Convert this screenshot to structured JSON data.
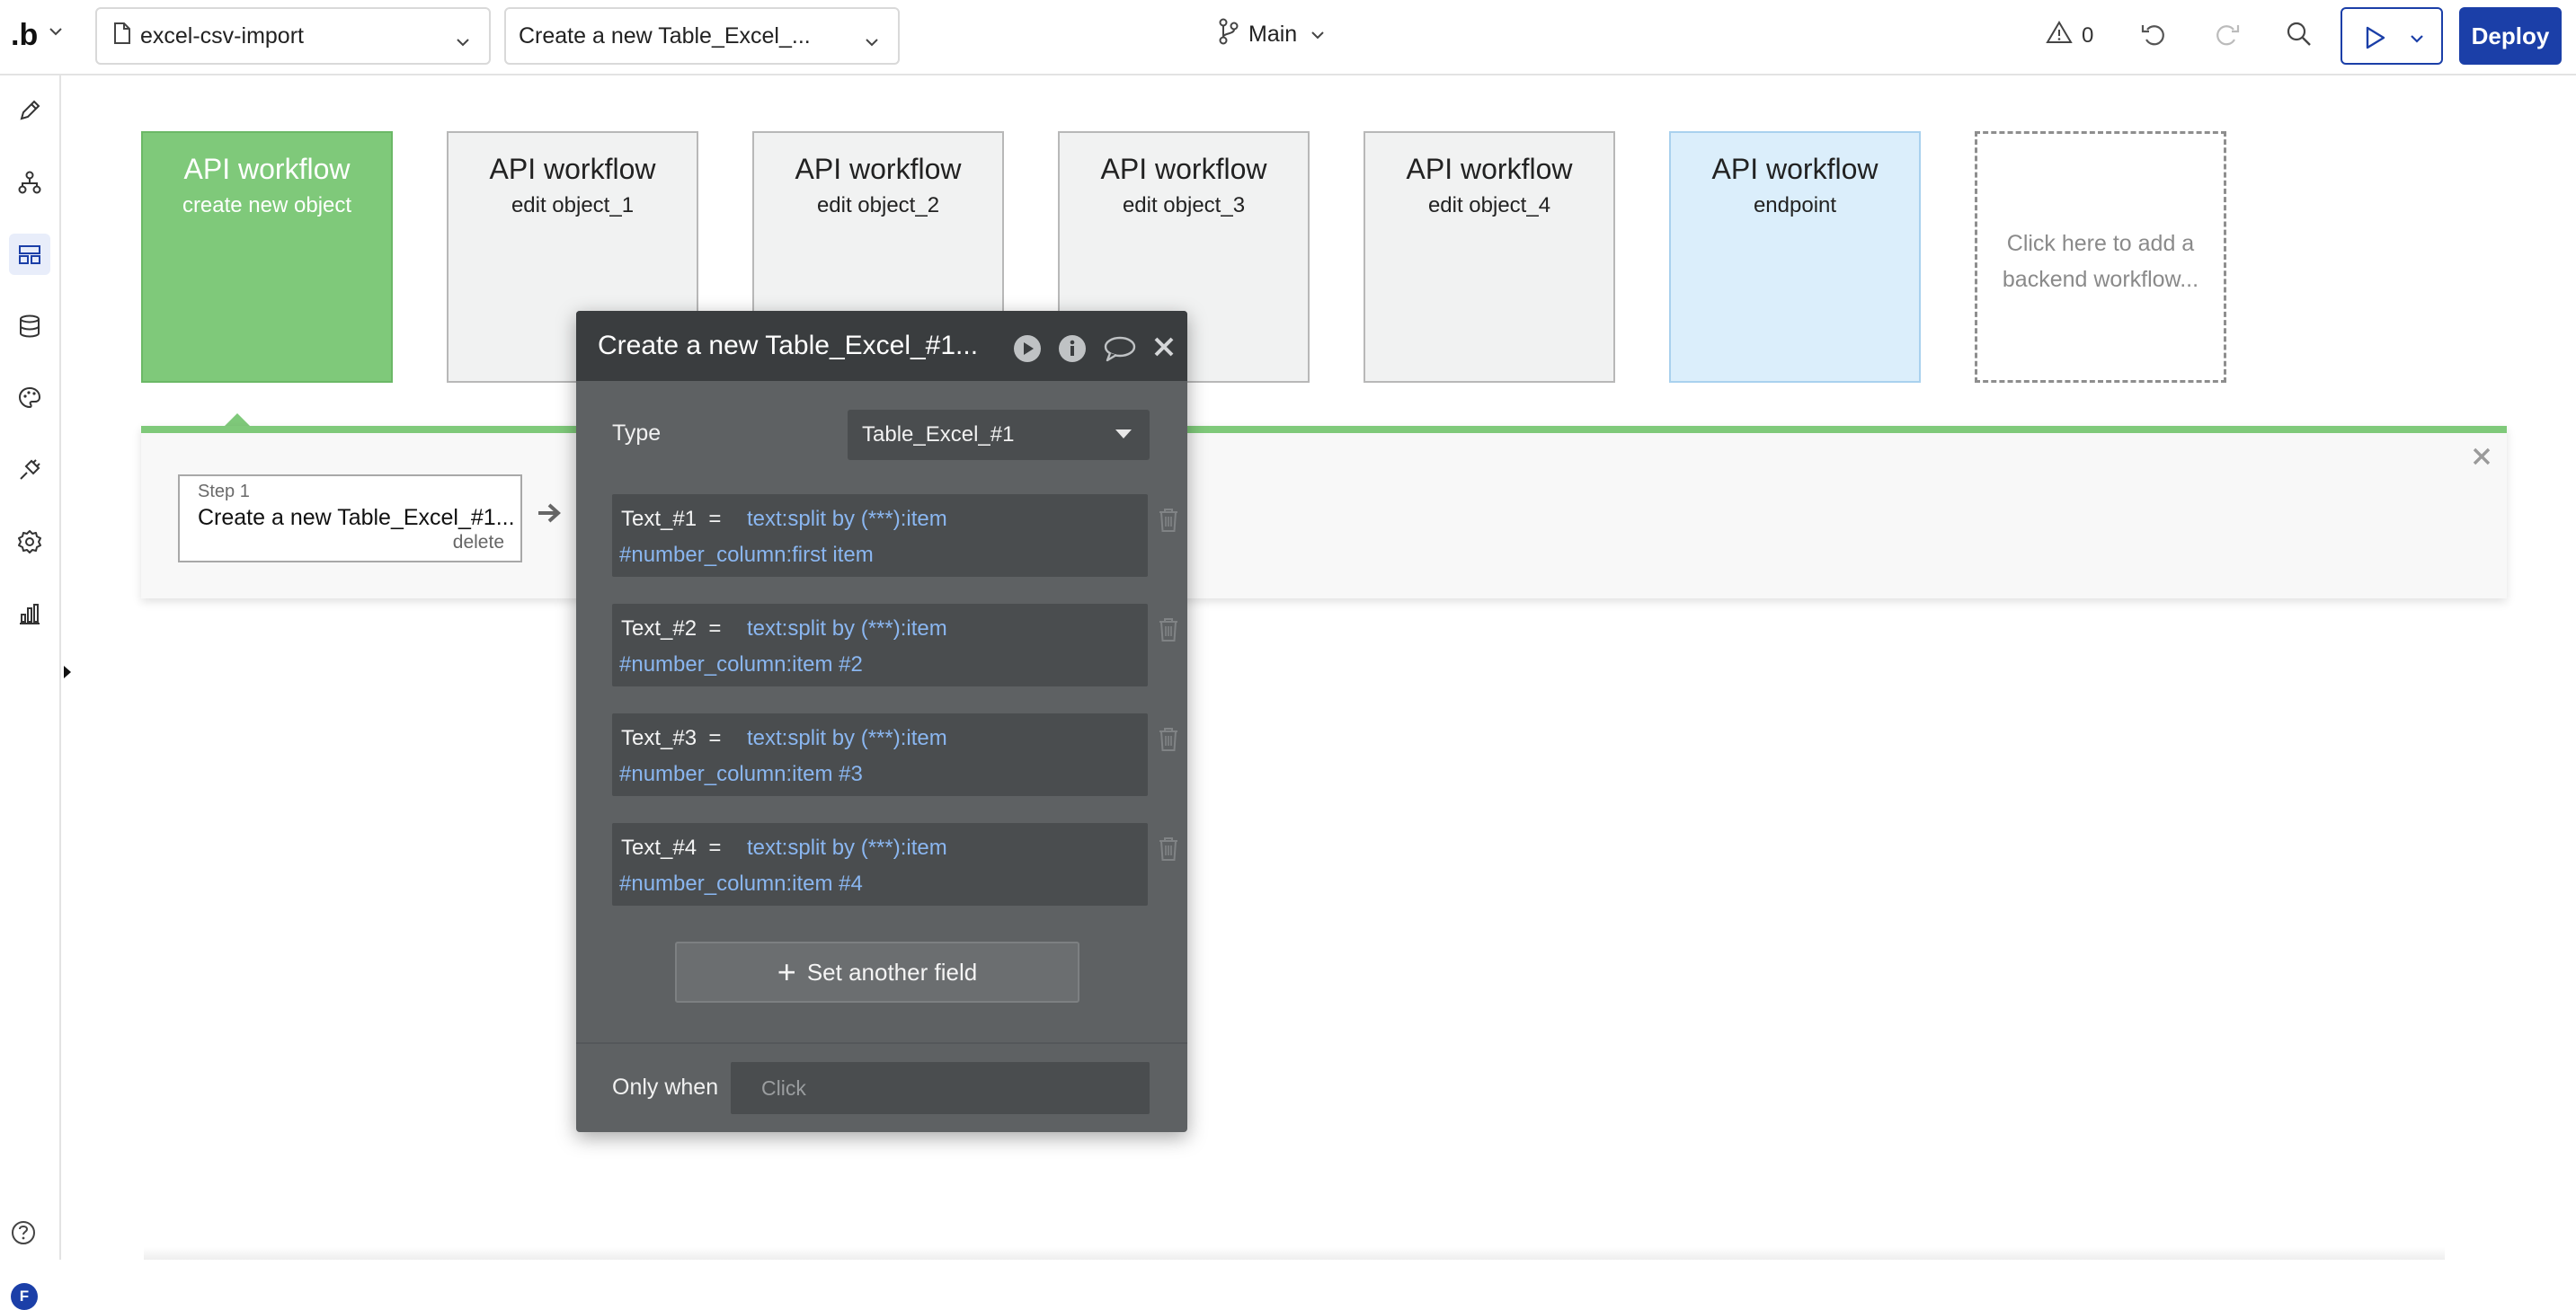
{
  "topbar": {
    "logo": ".b",
    "app_name": "excel-csv-import",
    "page_selector": "Create a new Table_Excel_...",
    "branch": "Main",
    "issue_count": "0",
    "deploy_label": "Deploy"
  },
  "workflows": [
    {
      "title": "API workflow",
      "subtitle": "create new object",
      "state": "selected"
    },
    {
      "title": "API workflow",
      "subtitle": "edit object_1",
      "state": "default"
    },
    {
      "title": "API workflow",
      "subtitle": "edit object_2",
      "state": "default"
    },
    {
      "title": "API workflow",
      "subtitle": "edit object_3",
      "state": "default"
    },
    {
      "title": "API workflow",
      "subtitle": "edit object_4",
      "state": "default"
    },
    {
      "title": "API workflow",
      "subtitle": "endpoint",
      "state": "highlighted"
    }
  ],
  "add_workflow_hint": "Click here to add a backend workflow...",
  "steps": {
    "step_number": "Step 1",
    "step_name": "Create a new Table_Excel_#1...",
    "delete_label": "delete"
  },
  "editor": {
    "title": "Create a new Table_Excel_#1...",
    "type_label": "Type",
    "type_value": "Table_Excel_#1",
    "fields": [
      {
        "name": "Text_#1  =",
        "expr_line1": "text:split by (***):item",
        "expr_line2": "#number_column:first item"
      },
      {
        "name": "Text_#2  =",
        "expr_line1": "text:split by (***):item",
        "expr_line2": "#number_column:item #2"
      },
      {
        "name": "Text_#3  =",
        "expr_line1": "text:split by (***):item",
        "expr_line2": "#number_column:item #3"
      },
      {
        "name": "Text_#4  =",
        "expr_line1": "text:split by (***):item",
        "expr_line2": "#number_column:item #4"
      }
    ],
    "add_field_label": "Set another field",
    "only_when_label": "Only when",
    "only_when_placeholder": "Click"
  },
  "sidebar": {
    "items": [
      "design-icon",
      "workflow-icon",
      "backend-workflows-icon",
      "data-icon",
      "styles-icon",
      "plugins-icon",
      "settings-icon",
      "logs-icon"
    ],
    "avatar_initial": "F"
  },
  "colors": {
    "accent": "#1b3fa8",
    "selected_card": "#7fc97a",
    "endpoint_card": "#dbeefb",
    "editor_bg": "#5e6163",
    "expression_text": "#8ab6f0"
  }
}
